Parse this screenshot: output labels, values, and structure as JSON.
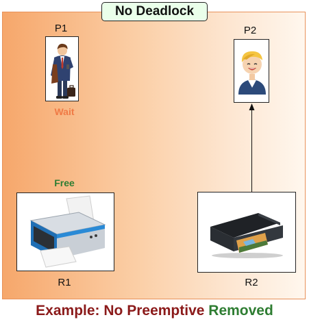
{
  "title": "No Deadlock",
  "processes": [
    {
      "label": "P1",
      "status": "Wait",
      "status_color": "#f07a45",
      "icon": "businessman-icon"
    },
    {
      "label": "P2",
      "icon": "smiling-person-icon"
    }
  ],
  "resources": [
    {
      "label": "R1",
      "status": "Free",
      "status_color": "#2e7d32",
      "icon": "printer-icon"
    },
    {
      "label": "R2",
      "icon": "scanner-icon"
    }
  ],
  "caption": {
    "part1": "Example: No Preemptive",
    "part1_color": "#8b1a1a",
    "part2": "Removed",
    "part2_color": "#2e7d32"
  },
  "colors": {
    "panel_gradient_start": "#f6a76b",
    "panel_gradient_end": "#fff7ee",
    "title_bg": "#eaffea"
  }
}
